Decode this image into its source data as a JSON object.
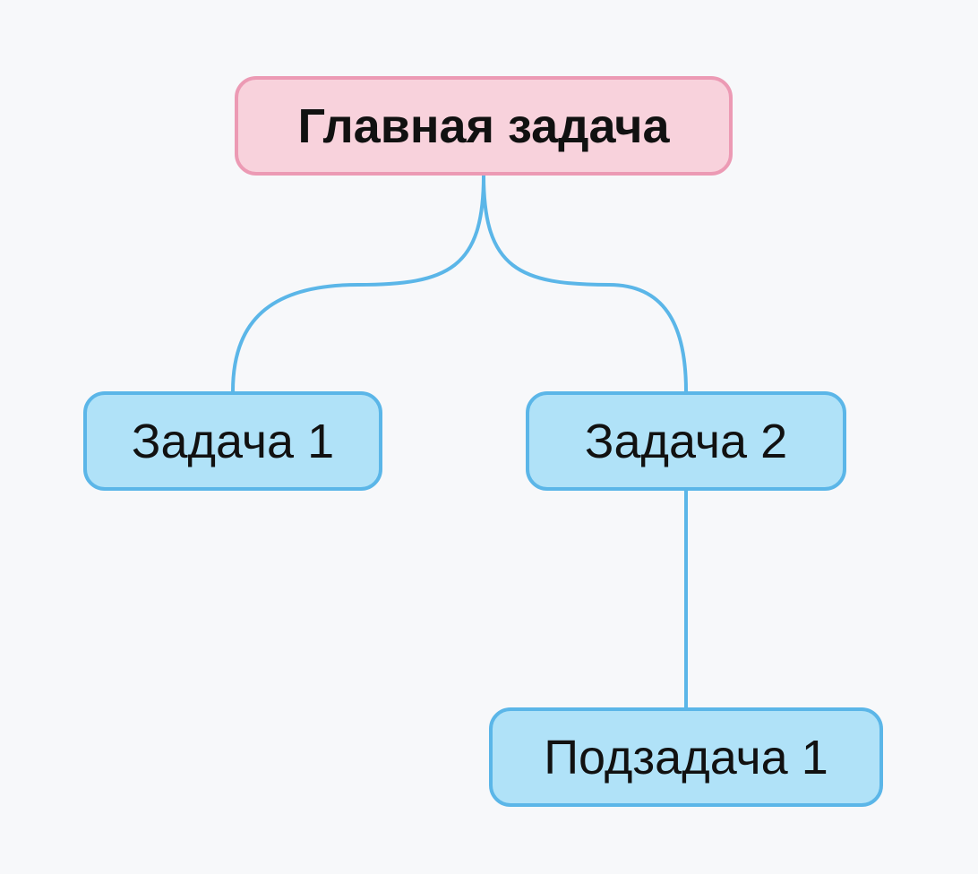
{
  "nodes": {
    "root": {
      "label": "Главная задача"
    },
    "task_1": {
      "label": "Задача 1"
    },
    "task_2": {
      "label": "Задача 2"
    },
    "subtask_1": {
      "label": "Подзадача 1"
    }
  },
  "edges": [
    {
      "from": "Главная задача",
      "to": "Задача 1"
    },
    {
      "from": "Главная задача",
      "to": "Задача 2"
    },
    {
      "from": "Задача 2",
      "to": "Подзадача 1"
    }
  ],
  "colors": {
    "background": "#f7f8fa",
    "root_fill": "#f8d2dc",
    "root_border": "#ec9ab4",
    "child_fill": "#b0e2f8",
    "child_border": "#5bb6e8",
    "edge": "#5bb6e8",
    "text": "#111111"
  }
}
